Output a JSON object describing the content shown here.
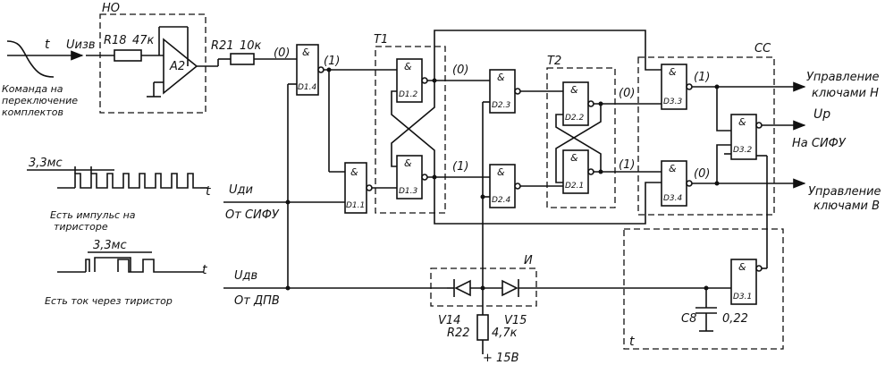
{
  "blocks": {
    "no": "НО",
    "t1": "Т1",
    "t2": "Т2",
    "cc": "СС",
    "i": "И",
    "t": "t"
  },
  "components": {
    "r18": "R18",
    "r18_val": "47к",
    "a2": "A2",
    "r21": "R21",
    "r21_val": "10к",
    "r22": "R22",
    "r22_val": "4,7к",
    "vd14": "V14",
    "vd15": "V15",
    "c8": "C8",
    "c8_val": "0,22",
    "supply": "+ 15В"
  },
  "gates": {
    "d14": "D1.4",
    "d11": "D1.1",
    "d12": "D1.2",
    "d13": "D1.3",
    "d23": "D2.3",
    "d24": "D2.4",
    "d22": "D2.2",
    "d21": "D2.1",
    "d33": "D3.3",
    "d34": "D3.4",
    "d32": "D3.2",
    "d31": "D3.1",
    "amp": "&"
  },
  "states": {
    "s0": "(0)",
    "s1": "(1)"
  },
  "inputs": {
    "uiz": "Uизв",
    "uiz_note_1": "Команда на",
    "uiz_note_2": "переключение",
    "uiz_note_3": "комплектов",
    "udu": "Uди",
    "udu_src": "От СИФУ",
    "udv": "Uдв",
    "udv_src": "От ДПВ"
  },
  "outputs": {
    "keys_n_1": "Управление",
    "keys_n_2": "ключами Н",
    "up": "Uр",
    "sifu": "На СИФУ",
    "keys_v_1": "Управление",
    "keys_v_2": "ключами В"
  },
  "waveforms": {
    "w1_period": "3,3мс",
    "w1_note_1": "Есть импульс на",
    "w1_note_2": "тиристоре",
    "w2_period": "3,3мс",
    "w2_note": "Есть ток через тиристор",
    "t_axis": "t"
  }
}
